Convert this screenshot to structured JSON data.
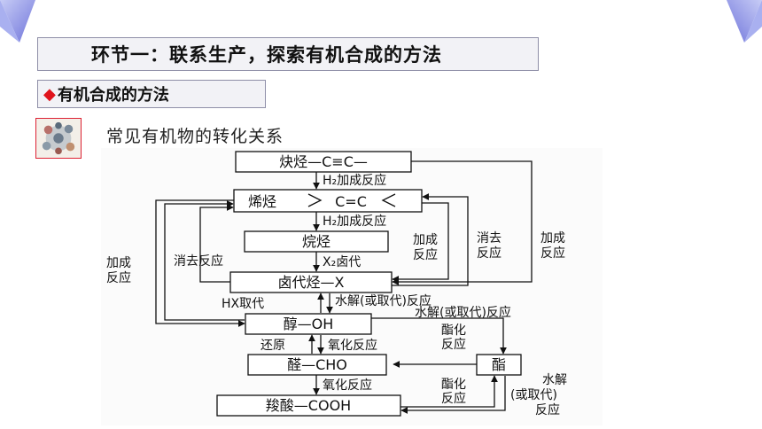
{
  "header": {
    "section_title": "环节一：联系生产，探索有机合成的方法",
    "subsection_marker": "◆",
    "subsection_title": "有机合成的方法",
    "caption": "常见有机物的转化关系"
  },
  "diagram": {
    "nodes": {
      "alkyne": "炔烃—C≡C—",
      "alkene": "烯烃",
      "alkene_formula": "C=C",
      "alkane": "烷烃",
      "halide": "卤代烃—X",
      "alcohol": "醇—OH",
      "aldehyde": "醛—CHO",
      "acid": "羧酸—COOH",
      "ester": "酯"
    },
    "labels": {
      "h2_add_1": "H₂加成反应",
      "h2_add_2": "H₂加成反应",
      "x2_sub": "X₂卤代",
      "hx_sub": "HX取代",
      "hydrolysis_1": "水解(或取代)反应",
      "hydrolysis_2": "水解(或取代)反应",
      "reduction": "还原",
      "oxidation_1": "氧化反应",
      "oxidation_2": "氧化反应",
      "elimination_left": "消去反应",
      "add_left_1": "加成",
      "add_left_2": "反应",
      "add_mid_1": "加成",
      "add_mid_2": "反应",
      "elim_right_1": "消去",
      "elim_right_2": "反应",
      "add_right_1": "加成",
      "add_right_2": "反应",
      "ester_1_1": "酯化",
      "ester_1_2": "反应",
      "ester_2_1": "酯化",
      "ester_2_2": "反应",
      "ester_hyd_1": "水解",
      "ester_hyd_2": "(或取代)",
      "ester_hyd_3": "反应"
    }
  },
  "colors": {
    "accent": "#e0141c",
    "corner": "#7b7fe0",
    "box_border": "#8f8fa8"
  }
}
